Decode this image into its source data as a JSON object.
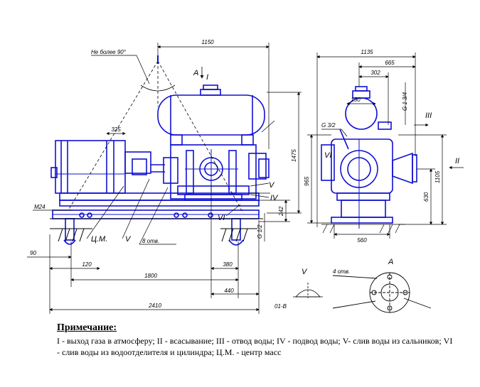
{
  "dimensions": {
    "top_1150": "1150",
    "top_1135": "1135",
    "top_665": "665",
    "top_302": "302",
    "d_130": "130",
    "g_1_3_4": "G 1 3/4",
    "g_3_2": "G 3/2",
    "d_1475": "1475",
    "d_965": "965",
    "d_1105": "1105",
    "d_630": "630",
    "d_242": "242",
    "d_560": "560",
    "d_325": "325",
    "d_m24": "M24",
    "d_90": "90",
    "d_120": "120",
    "d_1800": "1800",
    "d_380": "380",
    "d_440": "440",
    "d_2410": "2410",
    "g_1_2": "G 1/2",
    "angle": "Не более 90°"
  },
  "labels": {
    "A_top": "A",
    "roman_I": "I",
    "roman_II": "II",
    "roman_III": "III",
    "roman_IV": "IV",
    "roman_V": "V",
    "roman_VI": "VI",
    "roman_VI_side": "VI",
    "roman_V_right": "V",
    "roman_V_detail": "V",
    "A_detail": "A",
    "cm": "Ц.М.",
    "holes_8": "8 отв.",
    "holes_4": "4 отв.",
    "section_01B": "01-B"
  },
  "note": {
    "title": "Примечание:",
    "text": "I - выход газа в атмосферу; II - всасывание; III - отвод воды; IV - подвод воды; V- слив воды из сальников; VI - слив воды из водоотделителя и цилиндра; Ц.М. - центр масс"
  }
}
